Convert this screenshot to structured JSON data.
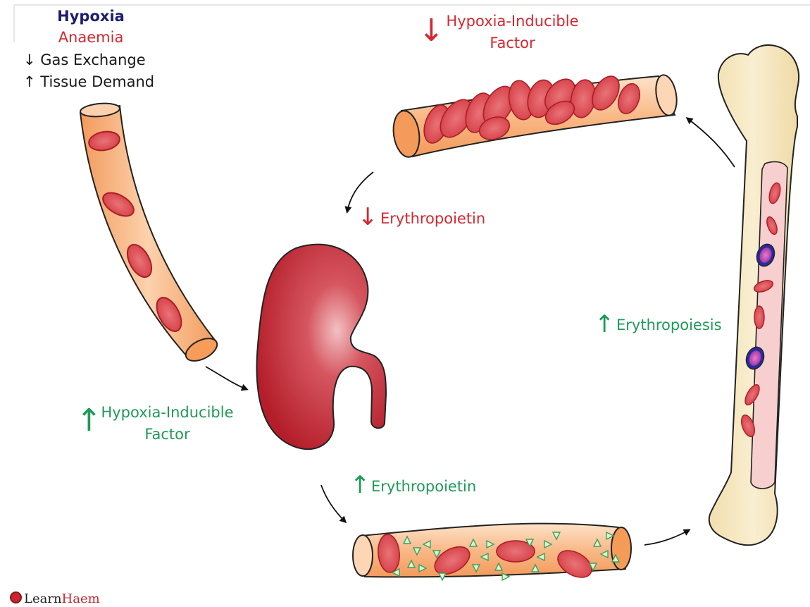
{
  "labels": {
    "hypoxia": "Hypoxia",
    "anaemia": "Anaemia",
    "gas_exchange": "↓ Gas Exchange",
    "tissue_demand": "↑ Tissue Demand",
    "hif_top_line1": "Hypoxia-Inducible",
    "hif_top_line2": "Factor",
    "epo_decrease": "Erythropoietin",
    "hif_left_line1": "Hypoxia-Inducible",
    "hif_left_line2": "Factor",
    "epo_increase": "Erythropoietin",
    "erythropoiesis": "Erythropoiesis"
  },
  "arrows": {
    "down": "↓",
    "up": "↑"
  },
  "brand": {
    "part1": "Learn",
    "part2": "Haem"
  },
  "colors": {
    "decrease": "#d7262f",
    "increase": "#1e9a59",
    "hypoxia": "#1f1d6e",
    "vessel": "#f8b07c",
    "red_cell": "#d9454d",
    "kidney": "#c42a35",
    "bone": "#f5e6bd",
    "marrow": "#f7c9c9"
  }
}
